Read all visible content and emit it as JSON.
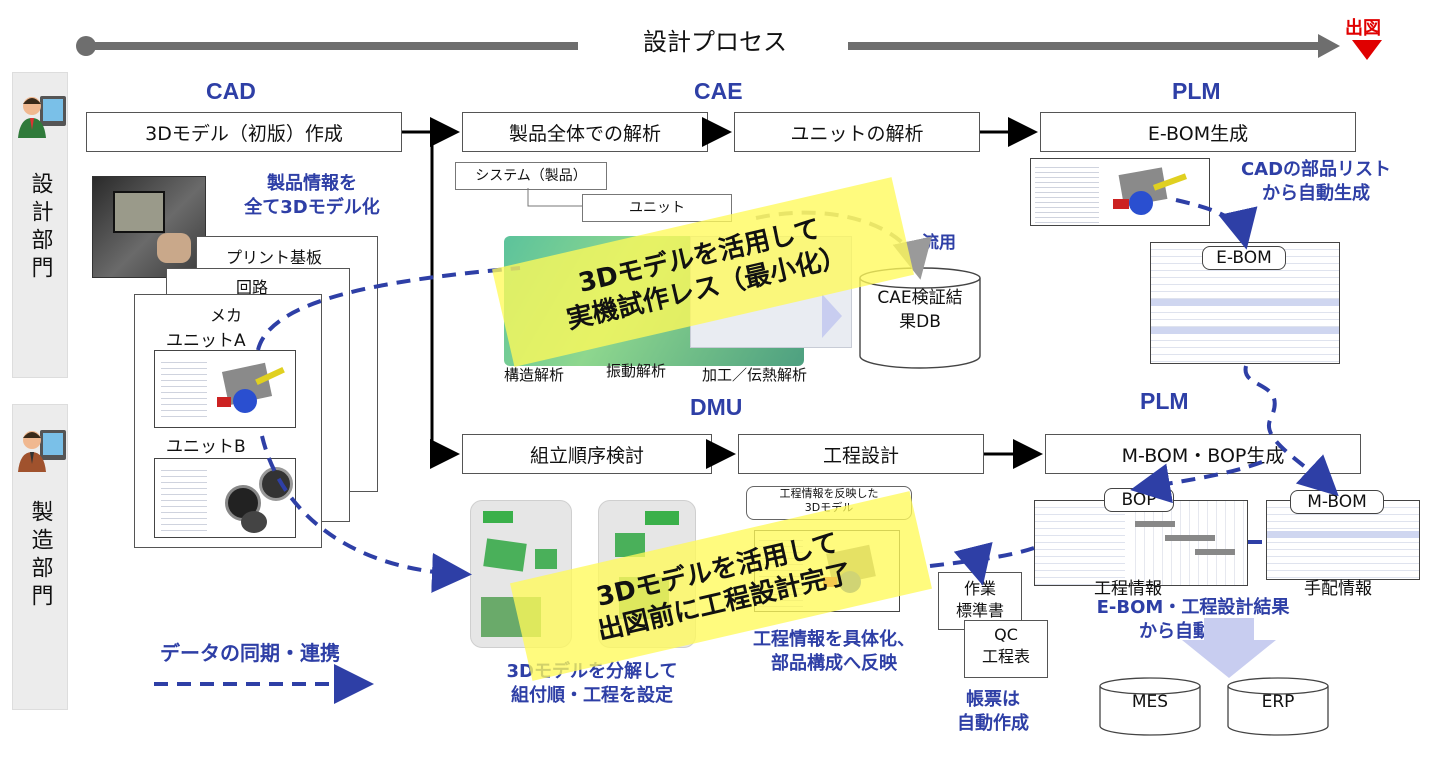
{
  "header": {
    "title": "設計プロセス",
    "release_label": "出図"
  },
  "departments": {
    "design": "設計部門",
    "manufacturing": "製造部門"
  },
  "sections": {
    "cad": "CAD",
    "cae": "CAE",
    "plm_top": "PLM",
    "dmu": "DMU",
    "plm_mid": "PLM"
  },
  "boxes": {
    "model_first": "3Dモデル（初版）作成",
    "product_analysis": "製品全体での解析",
    "unit_analysis": "ユニットの解析",
    "ebom_gen": "E-BOM生成",
    "assembly_order": "組立順序検討",
    "process_design": "工程設計",
    "mbom_bop_gen": "M-BOM・BOP生成"
  },
  "cad_area": {
    "caption": "製品情報を\n全て3Dモデル化",
    "sheet_pcb": "プリント基板",
    "sheet_circuit": "回路",
    "sheet_mech": "メカ",
    "unit_a": "ユニットA",
    "unit_b": "ユニットB"
  },
  "cae_area": {
    "system": "システム（製品）",
    "unit": "ユニット",
    "structural": "構造解析",
    "vibration": "振動解析",
    "processing": "加工／伝熱解析",
    "reuse": "流用",
    "db": "CAE検証結\n果DB"
  },
  "plm_area": {
    "caption": "CADの部品リスト\nから自動生成",
    "ebom_tag": "E-BOM",
    "bop_tag": "BOP",
    "mbom_tag": "M-BOM",
    "process_info": "工程情報",
    "arrangement_info": "手配情報",
    "auto_caption": "E-BOM・工程設計結果\nから自動生成",
    "mes": "MES",
    "erp": "ERP"
  },
  "dmu_area": {
    "caption": "3Dモデルを分解して\n組付順・工程を設定",
    "reflect_note": "工程情報を反映した\n3Dモデル",
    "detail_caption": "工程情報を具体化、\n部品構成へ反映",
    "work_std": "作業\n標準書",
    "qc": "QC\n工程表",
    "forms_caption": "帳票は\n自動作成"
  },
  "highlights": {
    "top": "3Dモデルを活用して\n実機試作レス（最小化）",
    "bottom": "3Dモデルを活用して\n出図前に工程設計完了"
  },
  "legend": {
    "label": "データの同期・連携"
  },
  "colors": {
    "accent_blue": "#2e3fa6",
    "release_red": "#e00000",
    "highlight": "#fff95a",
    "timeline": "#6e6e6e"
  }
}
